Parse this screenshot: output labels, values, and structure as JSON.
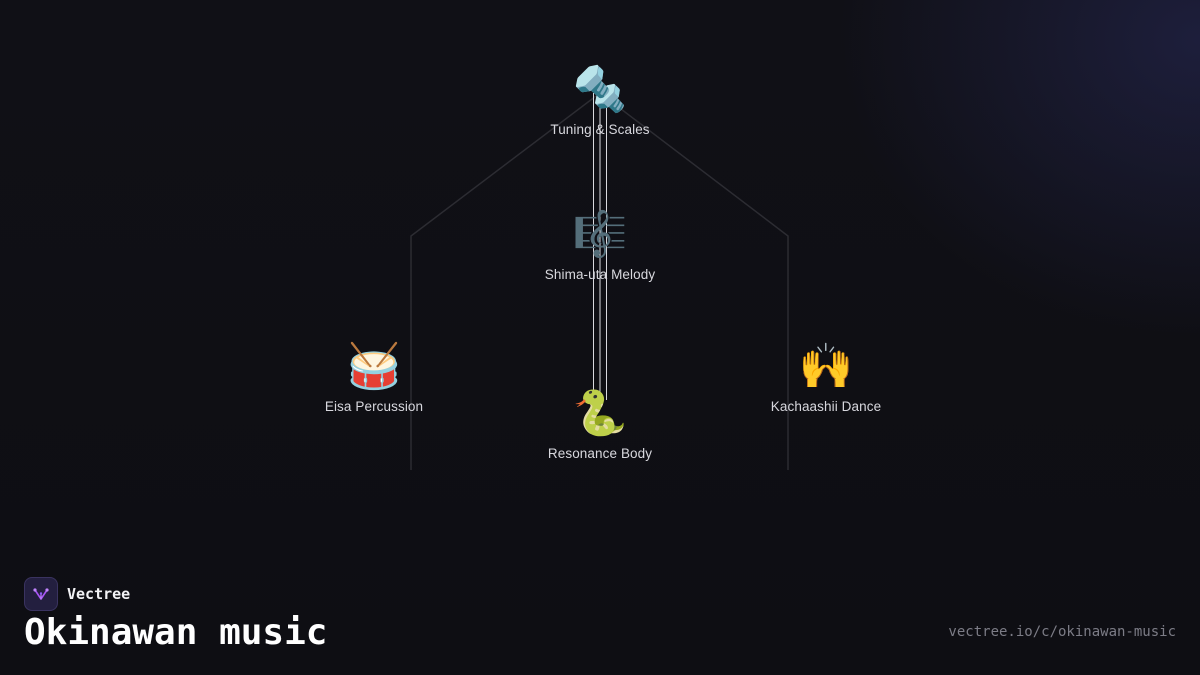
{
  "brand": {
    "name": "Vectree"
  },
  "title": "Okinawan music",
  "url": "vectree.io/c/okinawan-music",
  "colors": {
    "background": "#0e0e13",
    "connector": "#2c2c32",
    "strings": "#d9d9de",
    "label": "#d8d8de",
    "url": "#7c7c86",
    "logo_bg": "#231f3f",
    "logo_accent": "#a855f7"
  },
  "nodes": [
    {
      "id": "tuning",
      "icon": "nut-and-bolt-icon",
      "glyph": "🔩",
      "label": "Tuning & Scales"
    },
    {
      "id": "melody",
      "icon": "musical-score-icon",
      "glyph": "🎼",
      "label": "Shima-uta Melody"
    },
    {
      "id": "eisa",
      "icon": "drum-icon",
      "glyph": "🥁",
      "label": "Eisa Percussion"
    },
    {
      "id": "resonance",
      "icon": "snake-icon",
      "glyph": "🐍",
      "label": "Resonance Body"
    },
    {
      "id": "kachaashii",
      "icon": "raising-hands-icon",
      "glyph": "🙌",
      "label": "Kachaashii Dance"
    }
  ]
}
